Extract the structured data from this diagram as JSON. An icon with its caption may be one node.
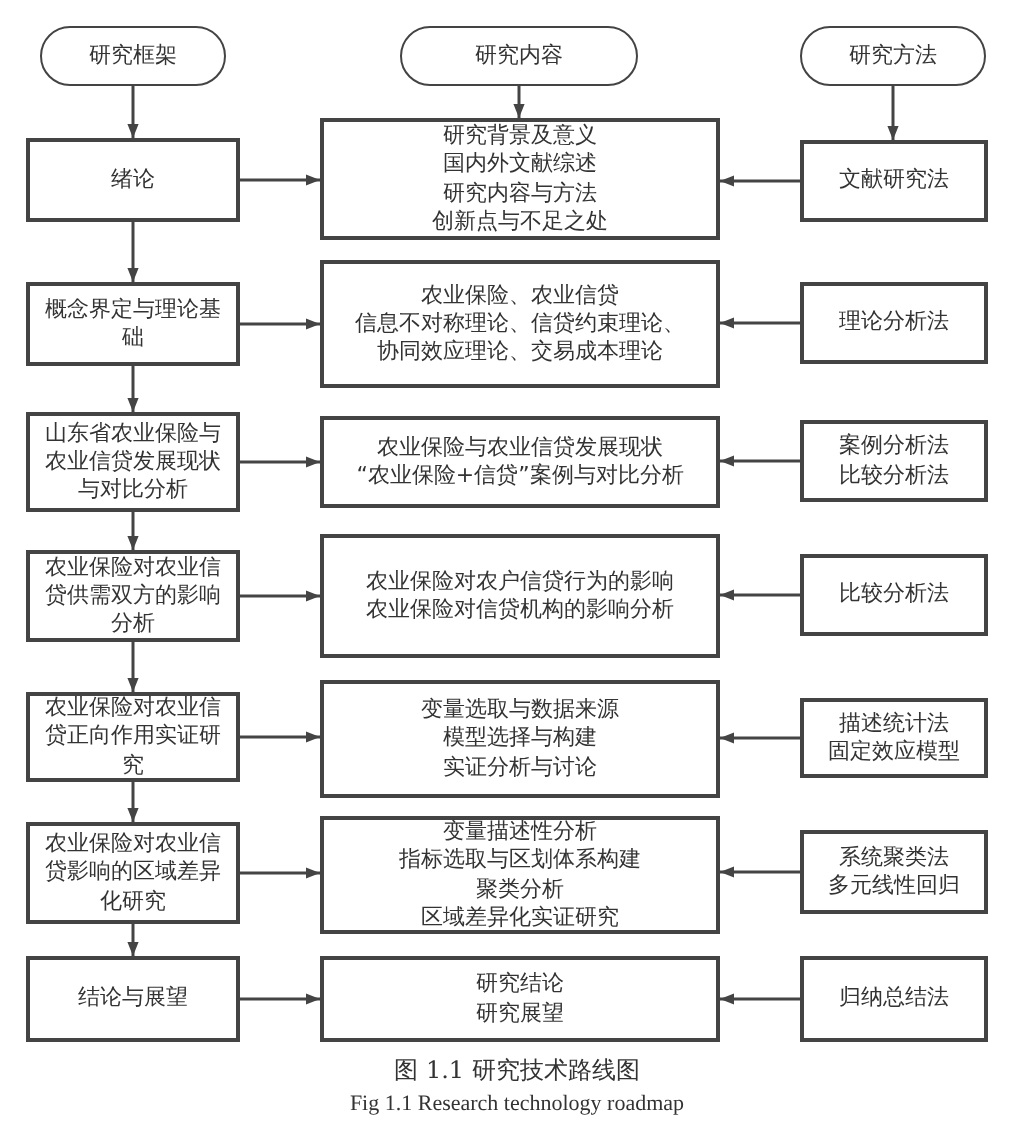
{
  "diagram": {
    "caption": "图 1.1  研究技术路线图",
    "nodes": [
      {
        "text": [
          "研究框架"
        ]
      },
      {
        "text": [
          "研究内容"
        ]
      },
      {
        "text": [
          "研究方法"
        ]
      },
      {
        "text": [
          "绪论"
        ]
      },
      {
        "text": [
          "研究背景及意义",
          "国内外文献综述",
          "研究内容与方法",
          "创新点与不足之处"
        ]
      },
      {
        "text": [
          "文献研究法"
        ]
      },
      {
        "text": [
          "概念界定与理论基础"
        ]
      },
      {
        "text": [
          "农业保险、农业信贷",
          "信息不对称理论、信贷约束理论、",
          "协同效应理论、交易成本理论"
        ]
      },
      {
        "text": [
          "理论分析法"
        ]
      },
      {
        "text": [
          "山东省农业保险与农业信贷发展现状与对比分析"
        ]
      },
      {
        "text": [
          "农业保险与农业信贷发展现状",
          "“农业保险+信贷”案例与对比分析"
        ]
      },
      {
        "text": [
          "案例分析法",
          "比较分析法"
        ]
      },
      {
        "text": [
          "农业保险对农业信贷供需双方的影响分析"
        ]
      },
      {
        "text": [
          "农业保险对农户信贷行为的影响",
          "农业保险对信贷机构的影响分析"
        ]
      },
      {
        "text": [
          "比较分析法"
        ]
      },
      {
        "text": [
          "农业保险对农业信贷正向作用实证研究"
        ]
      },
      {
        "text": [
          "变量选取与数据来源",
          "模型选择与构建",
          "实证分析与讨论"
        ]
      },
      {
        "text": [
          "描述统计法",
          "固定效应模型"
        ]
      },
      {
        "text": [
          "农业保险对农业信贷影响的区域差异化研究"
        ]
      },
      {
        "text": [
          "变量描述性分析",
          "指标选取与区划体系构建",
          "聚类分析",
          "区域差异化实证研究"
        ]
      },
      {
        "text": [
          "系统聚类法",
          "多元线性回归"
        ]
      },
      {
        "text": [
          "结论与展望"
        ]
      },
      {
        "text": [
          "研究结论",
          "研究展望"
        ]
      },
      {
        "text": [
          "归纳总结法"
        ]
      }
    ],
    "edges": [
      {
        "from": 0,
        "to": 3,
        "arrow": "to"
      },
      {
        "from": 1,
        "to": 4,
        "arrow": "to"
      },
      {
        "from": 2,
        "to": 5,
        "arrow": "to"
      },
      {
        "from": 3,
        "to": 4,
        "arrow": "to"
      },
      {
        "from": 5,
        "to": 4,
        "arrow": "to"
      },
      {
        "from": 3,
        "to": 6,
        "arrow": "to"
      },
      {
        "from": 6,
        "to": 7,
        "arrow": "to"
      },
      {
        "from": 8,
        "to": 7,
        "arrow": "to"
      },
      {
        "from": 6,
        "to": 9,
        "arrow": "to"
      },
      {
        "from": 9,
        "to": 10,
        "arrow": "to"
      },
      {
        "from": 11,
        "to": 10,
        "arrow": "to"
      },
      {
        "from": 9,
        "to": 12,
        "arrow": "to"
      },
      {
        "from": 12,
        "to": 13,
        "arrow": "to"
      },
      {
        "from": 14,
        "to": 13,
        "arrow": "to"
      },
      {
        "from": 12,
        "to": 15,
        "arrow": "to"
      },
      {
        "from": 15,
        "to": 16,
        "arrow": "to"
      },
      {
        "from": 17,
        "to": 16,
        "arrow": "to"
      },
      {
        "from": 15,
        "to": 18,
        "arrow": "to"
      },
      {
        "from": 18,
        "to": 19,
        "arrow": "to"
      },
      {
        "from": 20,
        "to": 19,
        "arrow": "to"
      },
      {
        "from": 18,
        "to": 21,
        "arrow": "to"
      },
      {
        "from": 21,
        "to": 22,
        "arrow": "to"
      },
      {
        "from": 23,
        "to": 22,
        "arrow": "to"
      }
    ],
    "labels": [
      "Fig 1.1 Research technology roadmap"
    ]
  }
}
